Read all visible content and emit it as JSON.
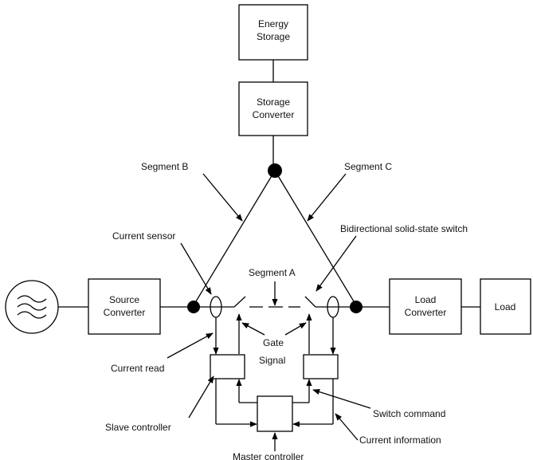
{
  "boxes": {
    "energy_storage": [
      "Energy",
      "Storage"
    ],
    "storage_converter": [
      "Storage",
      "Converter"
    ],
    "source_converter": [
      "Source",
      "Converter"
    ],
    "load_converter": [
      "Load",
      "Converter"
    ],
    "load": "Load"
  },
  "labels": {
    "segment_b": "Segment B",
    "segment_c": "Segment C",
    "segment_a": "Segment A",
    "current_sensor": "Current sensor",
    "bidirectional_switch": "Bidirectional solid-state switch",
    "gate": "Gate",
    "signal": "Signal",
    "current_read": "Current read",
    "slave_controller": "Slave controller",
    "switch_command": "Switch command",
    "current_information": "Current information",
    "master_controller": "Master controller"
  }
}
